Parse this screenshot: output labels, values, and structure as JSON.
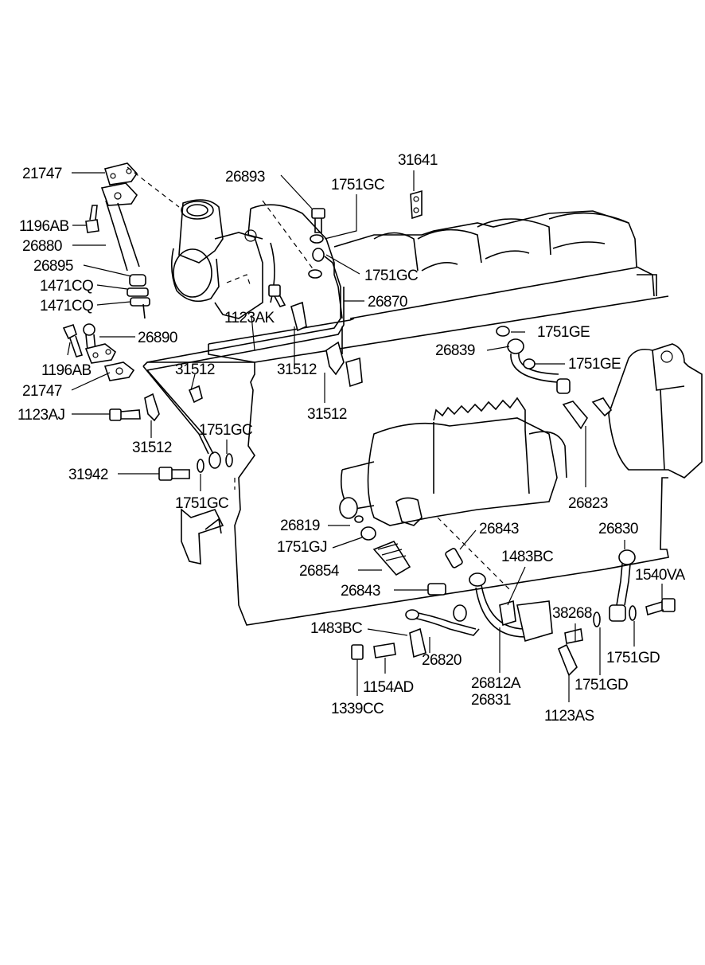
{
  "diagram": {
    "labels": {
      "p21747a": "21747",
      "p1196ABa": "1196AB",
      "p26880": "26880",
      "p26895": "26895",
      "p1471CQa": "1471CQ",
      "p1471CQb": "1471CQ",
      "p26890": "26890",
      "p1196ABb": "1196AB",
      "p21747b": "21747",
      "p1123AJ": "1123AJ",
      "p31512a": "31512",
      "p31512b": "31512",
      "p31512c": "31512",
      "p31512d": "31512",
      "p31942": "31942",
      "p1751GCa": "1751GC",
      "p1751GCb": "1751GC",
      "p1751GCc": "1751GC",
      "p1751GCd": "1751GC",
      "p26893": "26893",
      "p31641": "31641",
      "p26870": "26870",
      "p1123AK": "1123AK",
      "p1751GEa": "1751GE",
      "p1751GEb": "1751GE",
      "p26839": "26839",
      "p26823": "26823",
      "p26819": "26819",
      "p1751GJ": "1751GJ",
      "p26854": "26854",
      "p26843a": "26843",
      "p26843b": "26843",
      "p1483BCa": "1483BC",
      "p1483BCb": "1483BC",
      "p26830": "26830",
      "p1540VA": "1540VA",
      "p38268": "38268",
      "p26820": "26820",
      "p1154AD": "1154AD",
      "p1339CC": "1339CC",
      "p26812A": "26812A",
      "p26831": "26831",
      "p1751GDa": "1751GD",
      "p1751GDb": "1751GD",
      "p1123AS": "1123AS"
    }
  }
}
